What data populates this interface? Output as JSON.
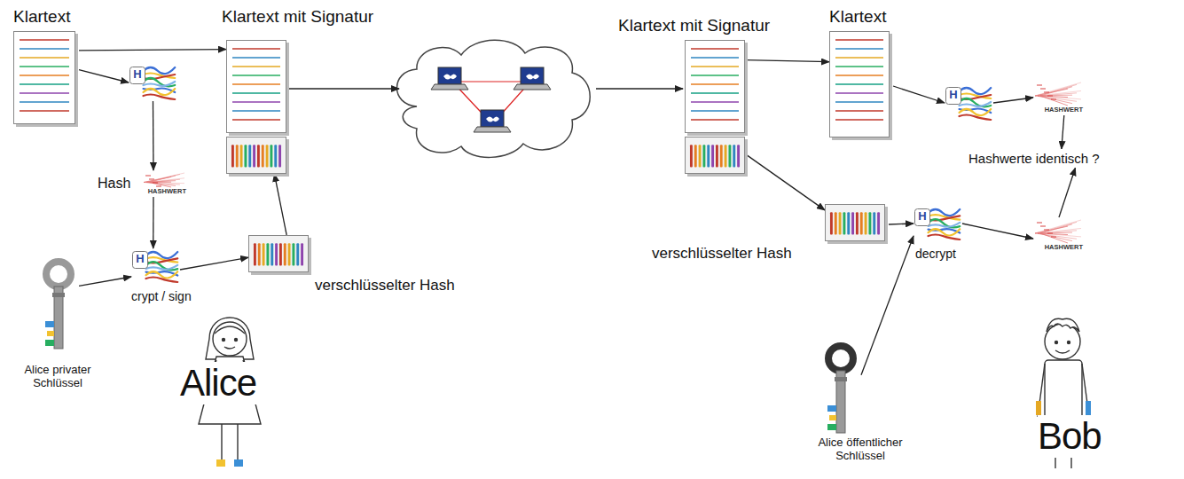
{
  "diagram": {
    "nodes": [
      {
        "text": [
          "Klartext"
        ]
      },
      {
        "text": [
          "H"
        ]
      },
      {
        "text": [
          "Hash",
          "HASHWERT"
        ]
      },
      {
        "text": [
          "H",
          "crypt / sign"
        ]
      },
      {
        "text": [
          "verschlüsselter Hash"
        ]
      },
      {
        "text": [
          "Alice privater Schlüssel"
        ]
      },
      {
        "text": [
          "Klartext mit Signatur"
        ]
      },
      {
        "text": [
          "Klartext mit Signatur"
        ]
      },
      {
        "text": [
          "Klartext"
        ]
      },
      {
        "text": [
          "H"
        ]
      },
      {
        "text": [
          "HASHWERT"
        ]
      },
      {
        "text": [
          "Hashwerte identisch ?"
        ]
      },
      {
        "text": [
          "verschlüsselter Hash"
        ]
      },
      {
        "text": [
          "H",
          "decrypt"
        ]
      },
      {
        "text": [
          "Alice öffentlicher Schlüssel"
        ]
      },
      {
        "text": [
          "HASHWERT"
        ]
      }
    ],
    "edges": [
      {
        "from": 0,
        "to": 6,
        "arrow": "to"
      },
      {
        "from": 0,
        "to": 1,
        "arrow": "to"
      },
      {
        "from": 1,
        "to": 2,
        "arrow": "to"
      },
      {
        "from": 2,
        "to": 3,
        "arrow": "to"
      },
      {
        "from": 5,
        "to": 3,
        "arrow": "to"
      },
      {
        "from": 3,
        "to": 4,
        "arrow": "to"
      },
      {
        "from": 4,
        "to": 6,
        "arrow": "to"
      },
      {
        "from": 7,
        "to": 8,
        "arrow": "to"
      },
      {
        "from": 8,
        "to": 9,
        "arrow": "to"
      },
      {
        "from": 9,
        "to": 10,
        "arrow": "to"
      },
      {
        "from": 10,
        "to": 11,
        "arrow": "to"
      },
      {
        "from": 7,
        "to": 12,
        "arrow": "to"
      },
      {
        "from": 12,
        "to": 13,
        "arrow": "to"
      },
      {
        "from": 14,
        "to": 13,
        "arrow": "to"
      },
      {
        "from": 13,
        "to": 15,
        "arrow": "to"
      },
      {
        "from": 15,
        "to": 11,
        "arrow": "to"
      }
    ],
    "labels": [
      "Alice",
      "Bob"
    ]
  }
}
